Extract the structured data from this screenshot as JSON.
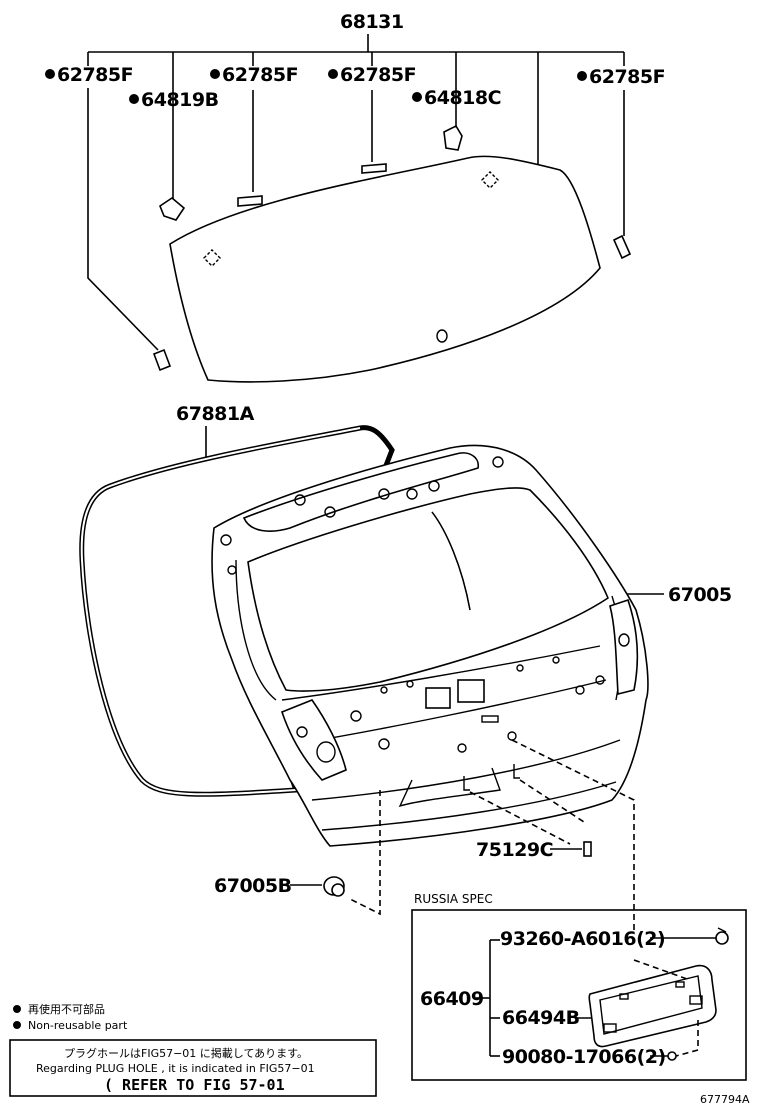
{
  "parts": {
    "glass_assy": "68131",
    "clip_a1": "62785F",
    "clip_a2": "62785F",
    "clip_a3": "62785F",
    "clip_a4": "62785F",
    "stopper_b": "64819B",
    "stopper_c": "64818C",
    "weatherstrip": "67881A",
    "back_door_panel": "67005",
    "cushion": "67005B",
    "emblem_clip": "75129C",
    "plate_assy": "66409",
    "screw": "93260-A6016(2)",
    "plate": "66494B",
    "clip_nut": "90080-17066(2)"
  },
  "region": {
    "russia_spec": "RUSSIA SPEC"
  },
  "legend": {
    "jp": "再使用不可部品",
    "en": "Non-reusable part"
  },
  "note": {
    "jp": "プラグホールはFIG57−01 に掲載してあります。",
    "en": "Regarding PLUG HOLE , it is indicated in FIG57−01",
    "ref": "( REFER TO FIG 57-01"
  },
  "figure_code": "677794A",
  "colors": {
    "ink": "#000000",
    "paper": "#ffffff"
  }
}
